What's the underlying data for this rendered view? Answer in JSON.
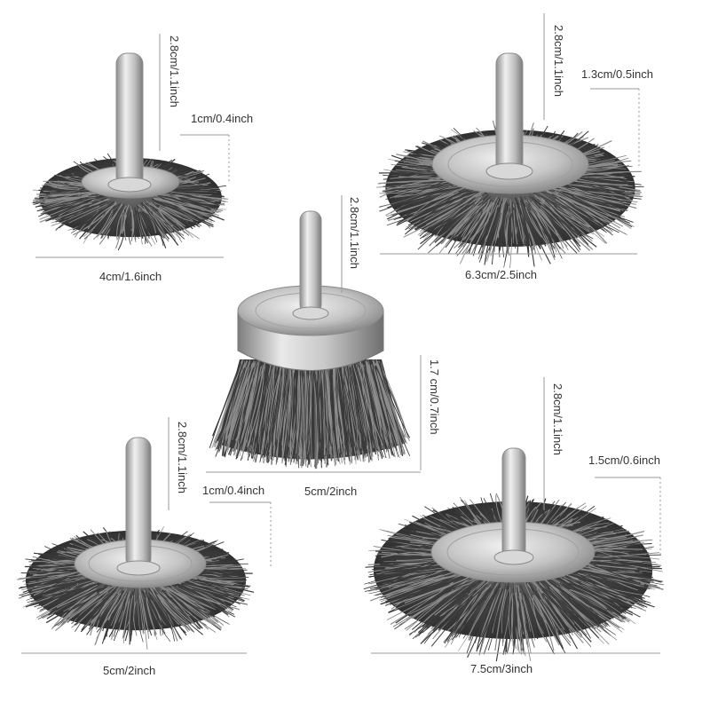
{
  "product": {
    "colors": {
      "wire": "#3a3a3a",
      "wire_light": "#8c8c8c",
      "metal": "#c9c9c9",
      "metal_dark": "#8a8a8a",
      "dim_line": "#9a9a9a",
      "text": "#333333"
    }
  },
  "brushes": {
    "wheel_small": {
      "shank_length": "2.8cm/1.1inch",
      "width": "1cm/0.4inch",
      "diameter": "4cm/1.6inch"
    },
    "wheel_large": {
      "shank_length": "2.8cm/1.1inch",
      "width": "1.3cm/0.5inch",
      "diameter": "6.3cm/2.5inch"
    },
    "cup": {
      "shank_length": "2.8cm/1.1inch",
      "height": "1.7 cm/0.7inch",
      "diameter": "5cm/2inch"
    },
    "wheel_medium": {
      "shank_length": "2.8cm/1.1inch",
      "width": "1cm/0.4inch",
      "diameter": "5cm/2inch"
    },
    "wheel_xlarge": {
      "shank_length": "2.8cm/1.1inch",
      "width": "1.5cm/0.6inch",
      "diameter": "7.5cm/3inch"
    }
  }
}
